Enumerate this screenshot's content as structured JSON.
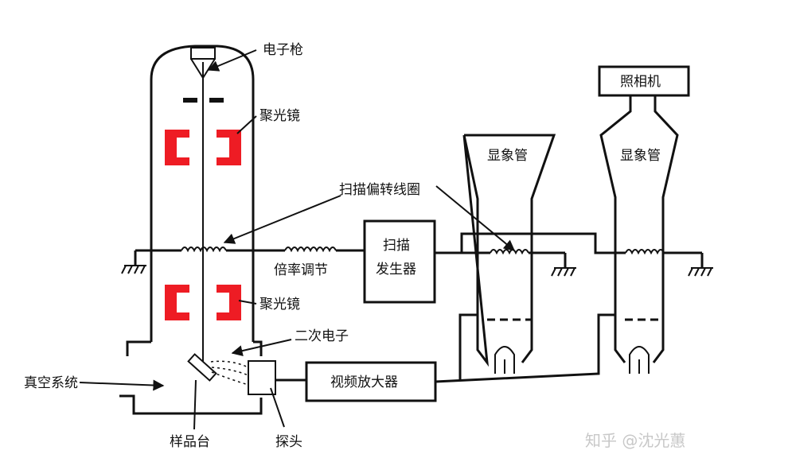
{
  "labels": {
    "electron_gun": "电子枪",
    "condenser_upper": "聚光镜",
    "condenser_lower": "聚光镜",
    "scan_coil": "扫描偏转线圈",
    "mag_adjust": "倍率调节",
    "scan_gen_line1": "扫描",
    "scan_gen_line2": "发生器",
    "crt1": "显象管",
    "crt2": "显象管",
    "camera": "照相机",
    "secondary_electron": "二次电子",
    "vacuum": "真空系统",
    "video_amp": "视频放大器",
    "stage": "样品台",
    "probe": "探头"
  },
  "watermark": "知乎 @沈光蕙",
  "colors": {
    "lens": "#ee1c24",
    "line": "#111111"
  }
}
